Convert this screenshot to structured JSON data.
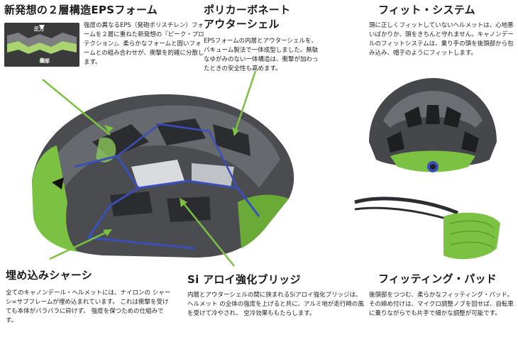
{
  "sections": {
    "eps": {
      "title": "新発想の２層構造EPSフォーム",
      "body": "強度の異なるEPS（発砲ポリスチレン）フォームを２層に重ねた新発想の『ピーク・プロテクション』。柔らかなフォームと固いフォームとの組み合わせが、衝撃を的確に分散します。",
      "inset_press": "圧力",
      "inset_head": "頭部"
    },
    "shell": {
      "title_line1": "ポリカーボネート",
      "title_line2": "アウターシェル",
      "body": "EPSフォームの内層とアウターシェルを、バキューム製法で一体成型しました。無駄なゆがみのない一体構造は、衝撃が加わったときの安全性も高めます。"
    },
    "fit": {
      "title": "フィット・システム",
      "body": "頭に正しくフィットしていないヘルメットは、心地悪いばかりか、頭をきちんと守れません。キャノンデールのフィットシステムは、乗り手の頭を後頭部から包み込み、帽子のようにフィットします。"
    },
    "chassis": {
      "title": "埋め込みシャーシ",
      "body": "全てのキャノンデール・ヘルメットには、ナイロンの シャーシ=サブフレームが埋め込まれています。 これは衝撃を受けても本体がバラバラに砕けず、 強度を保つための仕組みです。"
    },
    "si": {
      "title": "Si アロイ強化ブリッジ",
      "body": "内層とアウターシェルの間に挟まれるSiアロイ強化ブリッジは、ヘルメット の全体の強度を上げると共に、アルミ地が走行時の風を受けて冷やされ、 空冷効果ももたらします。"
    },
    "pad": {
      "title": "フィッティング・パッド",
      "body": "後頭部をつつむ、柔らかなフィッティング・パッド。その締め付けは、マイクロ調整ノブを回せば、自転車に乗りながらでも片手で細かな調整が可能です。"
    }
  },
  "colors": {
    "accent_green": "#7cc242",
    "helmet_dark": "#3b3d40",
    "helmet_mid": "#6b6e72",
    "chassis_blue": "#3a4fb8"
  }
}
